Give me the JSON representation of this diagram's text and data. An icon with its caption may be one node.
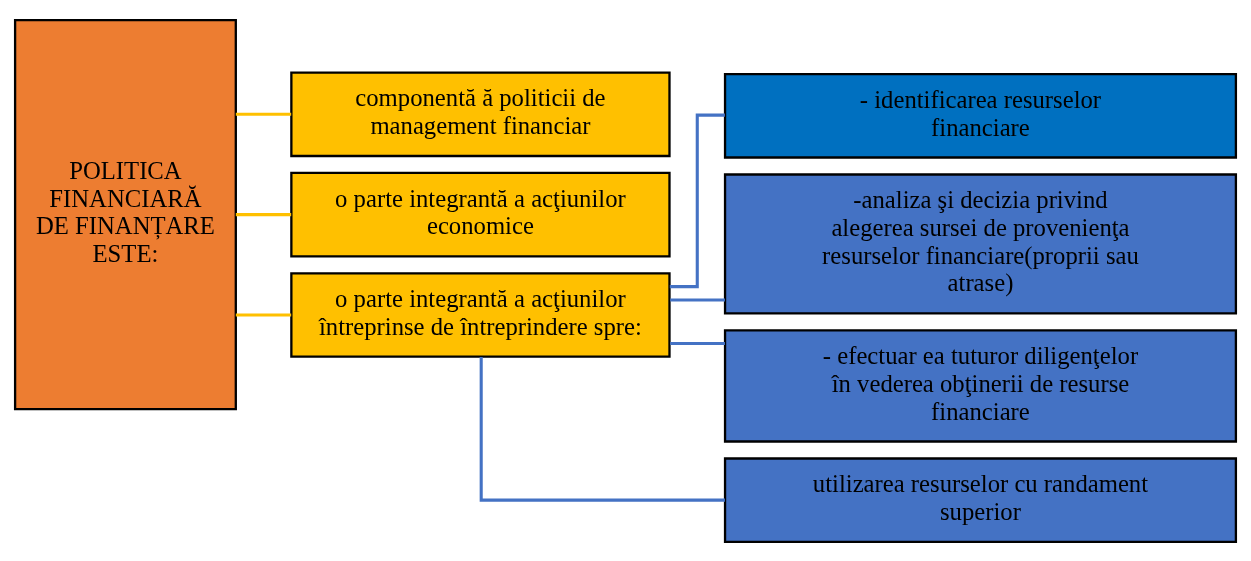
{
  "diagram": {
    "nodes": [
      {
        "text": [
          "POLITICA FINANCIARĂ DE FINANȚARE ESTE:"
        ]
      },
      {
        "text": [
          "componentă ă politicii de management financiar"
        ]
      },
      {
        "text": [
          "o parte integrantă a acţiunilor economice"
        ]
      },
      {
        "text": [
          "o parte integrantă a acţiunilor întreprinse de întreprindere spre:"
        ]
      },
      {
        "text": [
          "- identificarea resurselor financiare"
        ]
      },
      {
        "text": [
          "-analiza şi decizia privind alegerea sursei de provenienţa resurselor financiare(proprii sau atrase)"
        ]
      },
      {
        "text": [
          "- efectuar ea tuturor diligenţelor în vederea obţinerii de resurse financiare"
        ]
      },
      {
        "text": [
          "utilizarea resurselor cu randament superior"
        ]
      }
    ],
    "edges": [
      {
        "from": 0,
        "to": 1,
        "arrow": "none",
        "color": "#ffc000"
      },
      {
        "from": 0,
        "to": 2,
        "arrow": "none",
        "color": "#ffc000"
      },
      {
        "from": 0,
        "to": 3,
        "arrow": "none",
        "color": "#ffc000"
      },
      {
        "from": 3,
        "to": 4,
        "arrow": "none"
      },
      {
        "from": 3,
        "to": 5,
        "arrow": "none"
      },
      {
        "from": 3,
        "to": 6,
        "arrow": "none"
      },
      {
        "from": 3,
        "to": 7,
        "arrow": "none"
      }
    ]
  }
}
